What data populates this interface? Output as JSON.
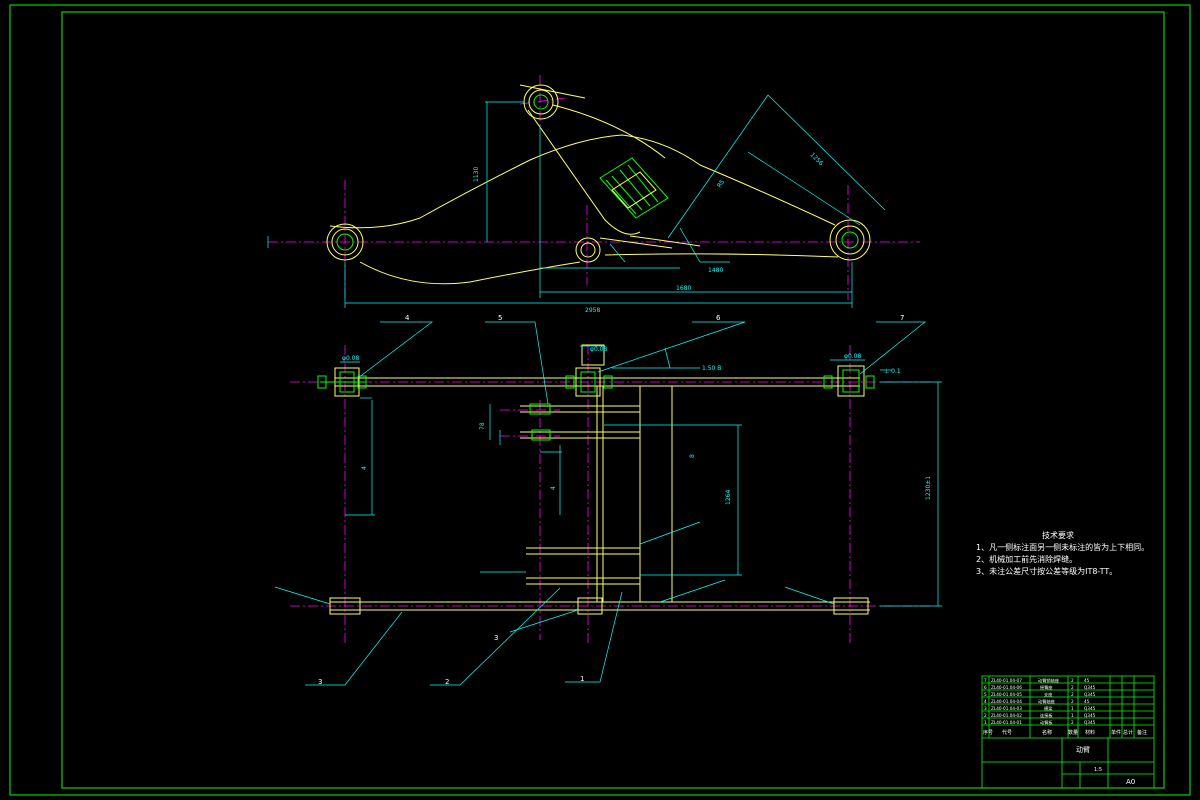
{
  "colors": {
    "background": "#000000",
    "frame": "#00ff00",
    "outline": "#ffff66",
    "dimension": "#00ffff",
    "centerline": "#ff00ff",
    "hatch": "#00ff00",
    "text": "#ffffff"
  },
  "technical_requirements": {
    "title": "技术要求",
    "items": [
      "1、凡一侧标注面另一侧未标注的皆为上下相同。",
      "2、机械加工前先消除焊缝。",
      "3、未注公差尺寸按公差等级为IT8-TT。"
    ]
  },
  "part_callouts": [
    "1",
    "2",
    "3",
    "4",
    "5",
    "6",
    "7"
  ],
  "title_block": {
    "drawing_name": "动臂",
    "sheet_size": "A0",
    "scale": "1:5",
    "bom_header": [
      "序号",
      "代号",
      "名称",
      "数量",
      "材料",
      "单件",
      "总计",
      "备注"
    ],
    "bom_rows": [
      {
        "no": "7",
        "code": "ZL40-01.04-07",
        "name": "动臂销轴座",
        "qty": "2",
        "material": "45"
      },
      {
        "no": "6",
        "code": "ZL40-01.04-06",
        "name": "摇臂座",
        "qty": "2",
        "material": "Q345"
      },
      {
        "no": "5",
        "code": "ZL40-01.04-05",
        "name": "支座",
        "qty": "2",
        "material": "Q345"
      },
      {
        "no": "4",
        "code": "ZL40-01.04-04",
        "name": "动臂轴座",
        "qty": "2",
        "material": "45"
      },
      {
        "no": "3",
        "code": "ZL40-01.04-03",
        "name": "横梁",
        "qty": "1",
        "material": "Q345"
      },
      {
        "no": "2",
        "code": "ZL40-01.04-02",
        "name": "连接板",
        "qty": "1",
        "material": "Q345"
      },
      {
        "no": "1",
        "code": "ZL40-01.04-01",
        "name": "动臂板",
        "qty": "2",
        "material": "Q345"
      }
    ]
  }
}
